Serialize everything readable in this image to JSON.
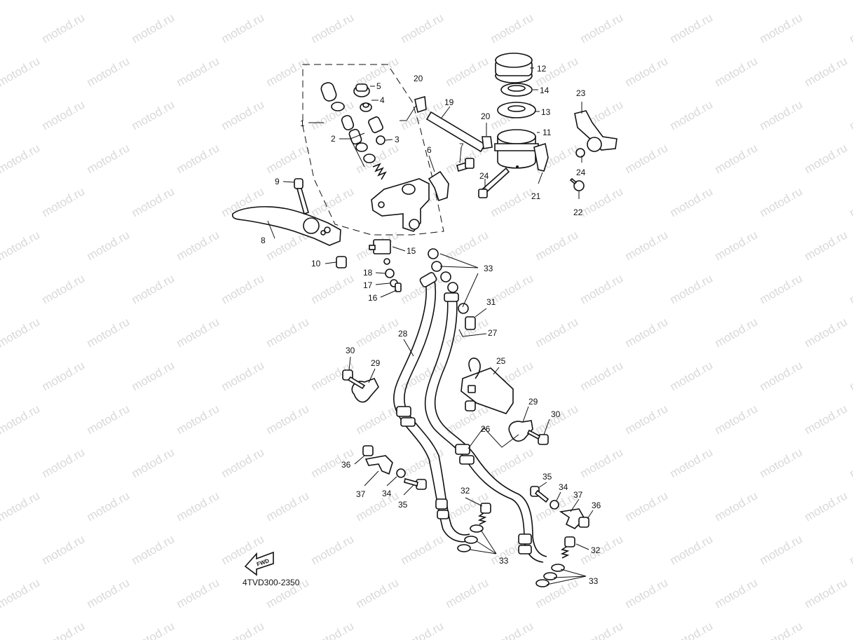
{
  "watermark": "motod.ru",
  "diagram_code": "4TVD300-2350",
  "fwd_label": "FWD",
  "callouts": {
    "c1": "1",
    "c2": "2",
    "c3": "3",
    "c4": "4",
    "c5": "5",
    "c6": "6",
    "c7": "7",
    "c8": "8",
    "c9": "9",
    "c10": "10",
    "c11": "11",
    "c12": "12",
    "c13": "13",
    "c14": "14",
    "c15": "15",
    "c16": "16",
    "c17": "17",
    "c18": "18",
    "c19": "19",
    "c20a": "20",
    "c20b": "20",
    "c21": "21",
    "c22": "22",
    "c23": "23",
    "c24a": "24",
    "c24b": "24",
    "c25": "25",
    "c26": "26",
    "c27": "27",
    "c28": "28",
    "c29a": "29",
    "c29b": "29",
    "c30a": "30",
    "c30b": "30",
    "c31": "31",
    "c32a": "32",
    "c32b": "32",
    "c33a": "33",
    "c33b": "33",
    "c33c": "33",
    "c34a": "34",
    "c34b": "34",
    "c35a": "35",
    "c35b": "35",
    "c36a": "36",
    "c36b": "36",
    "c37a": "37",
    "c37b": "37"
  }
}
